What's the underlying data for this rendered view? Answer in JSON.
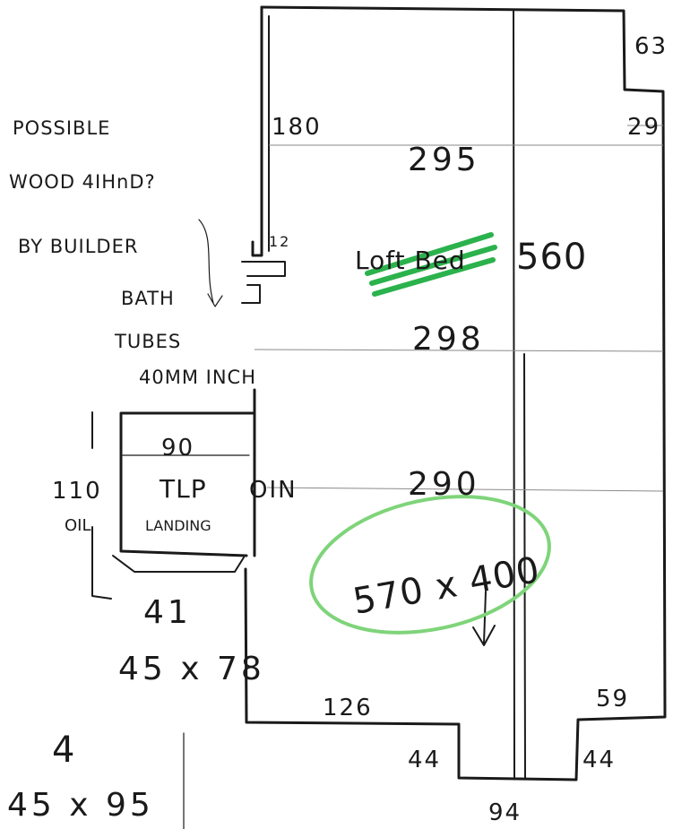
{
  "notes": {
    "possible_line1": "POSSIBLE",
    "possible_line2": "WOOD 4IHnD?",
    "possible_line3": "BY BUILDER",
    "bath_line1": "BATH",
    "bath_line2": "TUBES",
    "bath_line3": "40MM INCH"
  },
  "dimensions": {
    "top_right_63": "63",
    "right_29": "29",
    "d_180": "180",
    "d_295": "295",
    "d_12": "12",
    "d_560": "560",
    "d_298": "298",
    "d_90": "90",
    "d_290": "290",
    "d_110": "110",
    "d_126": "126",
    "d_59": "59",
    "d_44_left": "44",
    "d_44_right": "44",
    "d_94": "94",
    "d_41": "41"
  },
  "labels": {
    "loft_bed": "Loft Bed",
    "top_landing_1": "TLP",
    "top_landing_2": "LANDING",
    "oil_left": "OIL",
    "oil_right": "OIN",
    "size_main": "570 x 400",
    "size_4578": "45 x 78",
    "size_4595": "45 x 95",
    "num_4": "4"
  },
  "colors": {
    "ink": "#1a1a1a",
    "highlight_green": "#2bb24c",
    "ellipse_green": "#7fd47a",
    "pencil": "#8a8a8a"
  }
}
